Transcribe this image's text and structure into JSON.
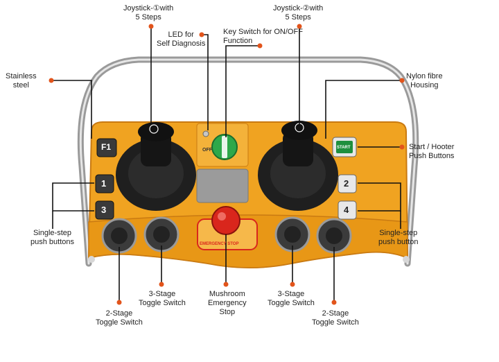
{
  "colors": {
    "housing": "#f0a321",
    "housing_dark": "#c97a12",
    "panel": "#4a4a4a",
    "joystick": "#1a1a1a",
    "stop_red": "#d9261c",
    "leader": "#111111",
    "dot": "#e2541b",
    "steel": "#b9b9b9",
    "green_key": "#2ea84a",
    "start_green": "#1e8f3e"
  },
  "labels": {
    "joystick_1": [
      "Joystick-①with",
      "5 Steps"
    ],
    "joystick_2": [
      "Joystick-②with",
      "5 Steps"
    ],
    "led": [
      "LED for",
      "Self Diagnosis"
    ],
    "key_switch": [
      "Key Switch for ON/OFF",
      "Function"
    ],
    "stainless": [
      "Stainless",
      "steel"
    ],
    "housing": [
      "Nylon fibre",
      "Housing"
    ],
    "start_hooter": [
      "Start / Hooter",
      "Push Buttons"
    ],
    "single_step_left": [
      "Single-step",
      "push buttons"
    ],
    "single_step_right": [
      "Single-step",
      "push button"
    ],
    "toggle2_left": [
      "2-Stage",
      "Toggle Switch"
    ],
    "toggle3_left": [
      "3-Stage",
      "Toggle Switch"
    ],
    "mushroom": [
      "Mushroom",
      "Emergency",
      "Stop"
    ],
    "toggle3_right": [
      "3-Stage",
      "Toggle Switch"
    ],
    "toggle2_right": [
      "2-Stage",
      "Toggle Switch"
    ]
  },
  "device": {
    "button_f1": "F1",
    "button_1": "1",
    "button_3": "3",
    "button_2": "2",
    "button_4": "4",
    "button_start": "START",
    "key_off": "OFF",
    "emergency_text": "EMERGENCY STOP"
  }
}
